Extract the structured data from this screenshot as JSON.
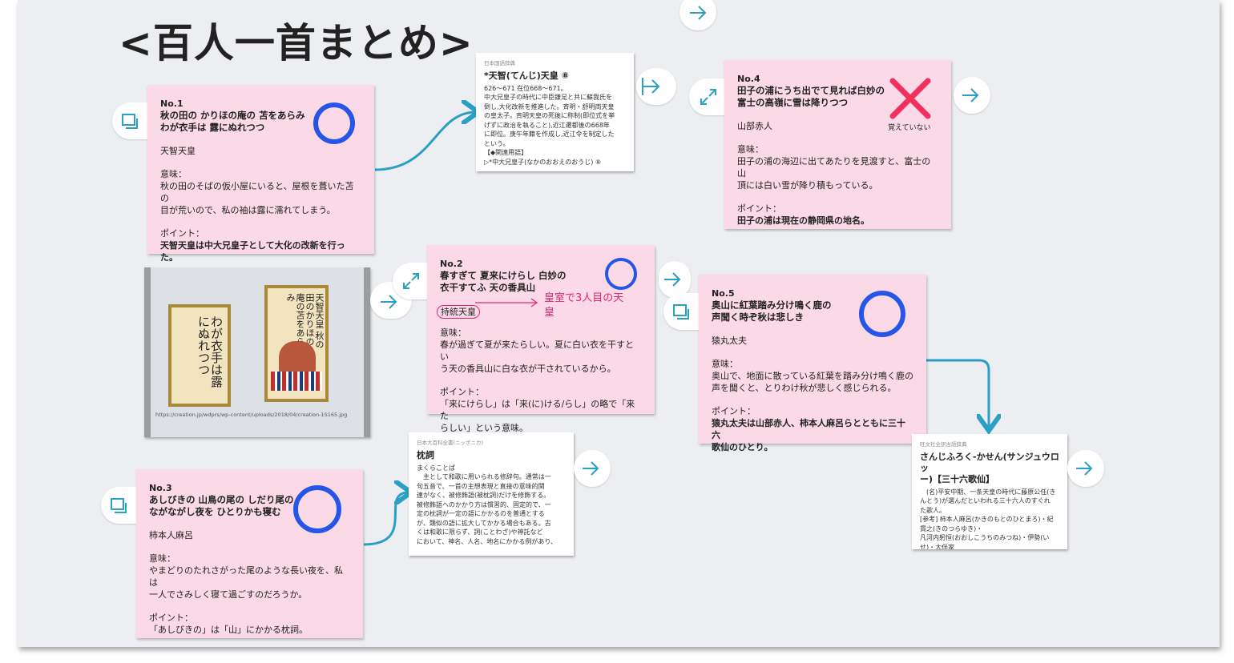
{
  "title": "<百人一首まとめ>",
  "cards": {
    "c1": {
      "no": "No.1",
      "poem": "秋の田の かりほの庵の 苫をあらみ\nわが衣手は 露にぬれつつ",
      "author": "天智天皇",
      "meaning_label": "意味：",
      "meaning": "秋の田のそばの仮小屋にいると、屋根を葺いた苫の\n目が荒いので、私の袖は露に濡れてしまう。",
      "point_label": "ポイント：",
      "point": "天智天皇は中大兄皇子として大化の改新を行った。"
    },
    "c2": {
      "no": "No.2",
      "poem": "春すぎて 夏来にけらし 白妙の\n衣干すてふ 天の香具山",
      "author": "持統天皇",
      "meaning_label": "意味：",
      "meaning": "春が過ぎて夏が来たらしい。夏に白い衣を干すとい\nう天の香具山に白な衣が干されているから。",
      "point_label": "ポイント：",
      "point": "「来にけらし」は「来(に)ける/らし」の略で「来た\nらしい」という意味。",
      "handnote": "皇室で3人目の天皇"
    },
    "c3": {
      "no": "No.3",
      "poem": "あしびきの 山鳥の尾の しだり尾の\nながながし夜を ひとりかも寝む",
      "author": "柿本人麻呂",
      "meaning_label": "意味：",
      "meaning": "やまどりのたれさがった尾のような長い夜を、私は\n一人でさみしく寝て過ごすのだろうか。",
      "point_label": "ポイント：",
      "point": "「あしびきの」は「山」にかかる枕詞。"
    },
    "c4": {
      "no": "No.4",
      "poem": "田子の浦にうち出でて見れば白妙の\n富士の高嶺に雪は降りつつ",
      "author": "山部赤人",
      "meaning_label": "意味：",
      "meaning": "田子の浦の海辺に出てあたりを見渡すと、富士の山\n頂には白い雪が降り積もっている。",
      "point_label": "ポイント：",
      "point": "田子の浦は現在の静岡県の地名。",
      "handnote": "覚えていない"
    },
    "c5": {
      "no": "No.5",
      "poem": "奥山に紅葉踏み分け鳴く鹿の\n声聞く時ぞ秋は悲しき",
      "author": "猿丸太夫",
      "meaning_label": "意味：",
      "meaning": "奥山で、地面に散っている紅葉を踏み分け鳴く鹿の\n声を聞くと、とりわけ秋が悲しく感じられる。",
      "point_label": "ポイント：",
      "point": "猿丸太夫は山部赤人、柿本人麻呂らとともに三十六\n歌仙のひとり。"
    }
  },
  "webcards": {
    "w1": {
      "source": "日本国語辞典",
      "heading": "*天智(てんじ)天皇 ⑧",
      "body": "626〜671 在位668〜671。\n中大兄皇子の時代に中臣鎌足と共に蘇我氏を\n倒し,大化改新を推進した。斉明・舒明両天皇\nの皇太子。斉明天皇の死後に称制(即位式を挙\nげずに政治を執ること),近江遷都後の668年\nに即位。庚午年籍を作成し,近江令を制定した\nという。\n【◆関連用語】\n▷*中大兄皇子(なかのおおえのおうじ) ⑧"
    },
    "w2": {
      "source": "日本大百科全書(ニッポニカ)",
      "heading": "枕詞",
      "body": "まくらことば\n　主として和歌に用いられる修辞句。通常は一\n句五音で、一首の主想表現と直接の意味的関\n連がなく、被修飾語(被枕詞)だけを修飾する。\n被修飾語へのかかり方は慣習的、固定的で、一\n定の枕詞が一定の語にかかるのを普通とする\nが、類似の語に拡大してかかる場合もある。古\nくは和歌に限らず、詞(ことわざ)や神託など\nにおいて、神名、人名、地名にかかる例があり、"
    },
    "w3": {
      "source": "旺文社全訳古語辞典",
      "heading": "さんじふろく-かせん(サンジュウロッ\nー)【三十六歌仙】",
      "body": "　(名)平安中期、一条天皇の時代に藤原公任(き\nんとう)が選んだといわれる三十六人のすぐれ\nた歌人。\n[参考] 柿本人麻呂(かきのもとのひとまろ)・紀貫之(きのつらゆき)・\n凡河内躬恒(おおしこうちのみつね)・伊勢(いせ)・大伴家\n持(おおとものやかもち)・山部赤人(やまべのあかひと)・在原業\n平(ありわらのなりひら)・遍昭(へんじょう)・素性法師(そせい\nほうし)・紀友則(きのとものり)・猿丸太夫(さるまるだゆう)"
    }
  },
  "photo": {
    "caption": "https://creation.jp/wdprs/wp-content/uploads/2018/04/creation-1S165.jpg",
    "card_left_text": "わが衣手は露にぬれつつ",
    "card_right_text": "天智天皇 秋の田のかりほの庵の苫をあらみ"
  },
  "colors": {
    "sticky": "#fbd9e6",
    "accent_blue": "#2556e8",
    "connector": "#2aa0c4",
    "cross_red": "#f0305e",
    "handwriting": "#e0286a"
  }
}
